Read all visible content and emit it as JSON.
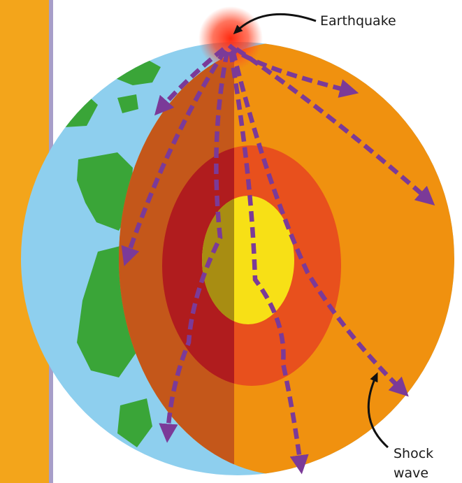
{
  "labels": {
    "earthquake": "Earthquake",
    "shock_wave_line1": "Shock",
    "shock_wave_line2": "wave"
  },
  "colors": {
    "side_bar": "#f3a51b",
    "side_line": "#a79ec9",
    "ocean": "#8ecfee",
    "land": "#3aa538",
    "mantle_cut": "#c4571a",
    "mantle_face": "#f0910f",
    "outer_core_cut": "#b01c1e",
    "outer_core_face": "#e8501d",
    "inner_core_cut": "#a88d12",
    "inner_core_face": "#f7e016",
    "wave_arrow": "#7b3a98",
    "earthquake_glow": "#e8261a"
  }
}
